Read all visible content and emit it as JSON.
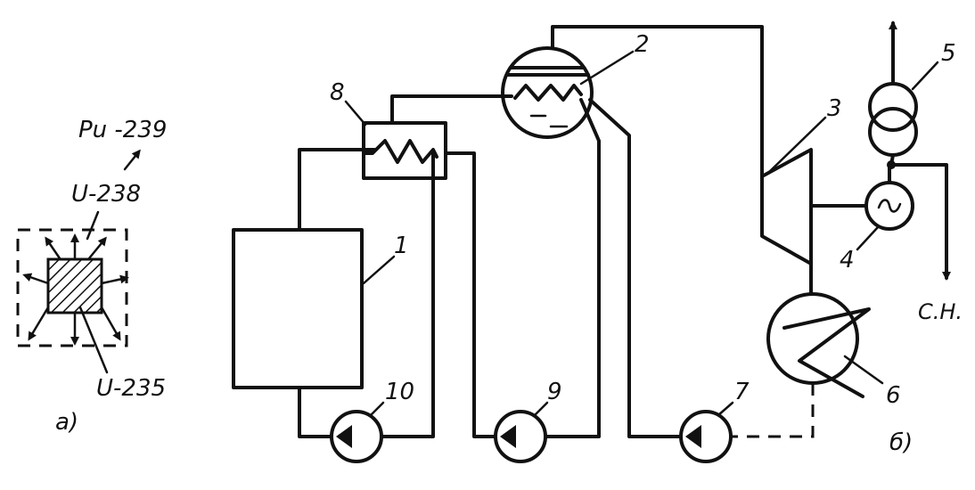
{
  "part_a": {
    "label": "а)",
    "isotope_product": "Pu -239",
    "isotope_fertile": "U-238",
    "isotope_fissile": "U-235"
  },
  "part_b": {
    "label": "б)",
    "aux_load": "С.Н.",
    "components": [
      "1",
      "2",
      "3",
      "4",
      "5",
      "6",
      "7",
      "8",
      "9",
      "10"
    ]
  }
}
